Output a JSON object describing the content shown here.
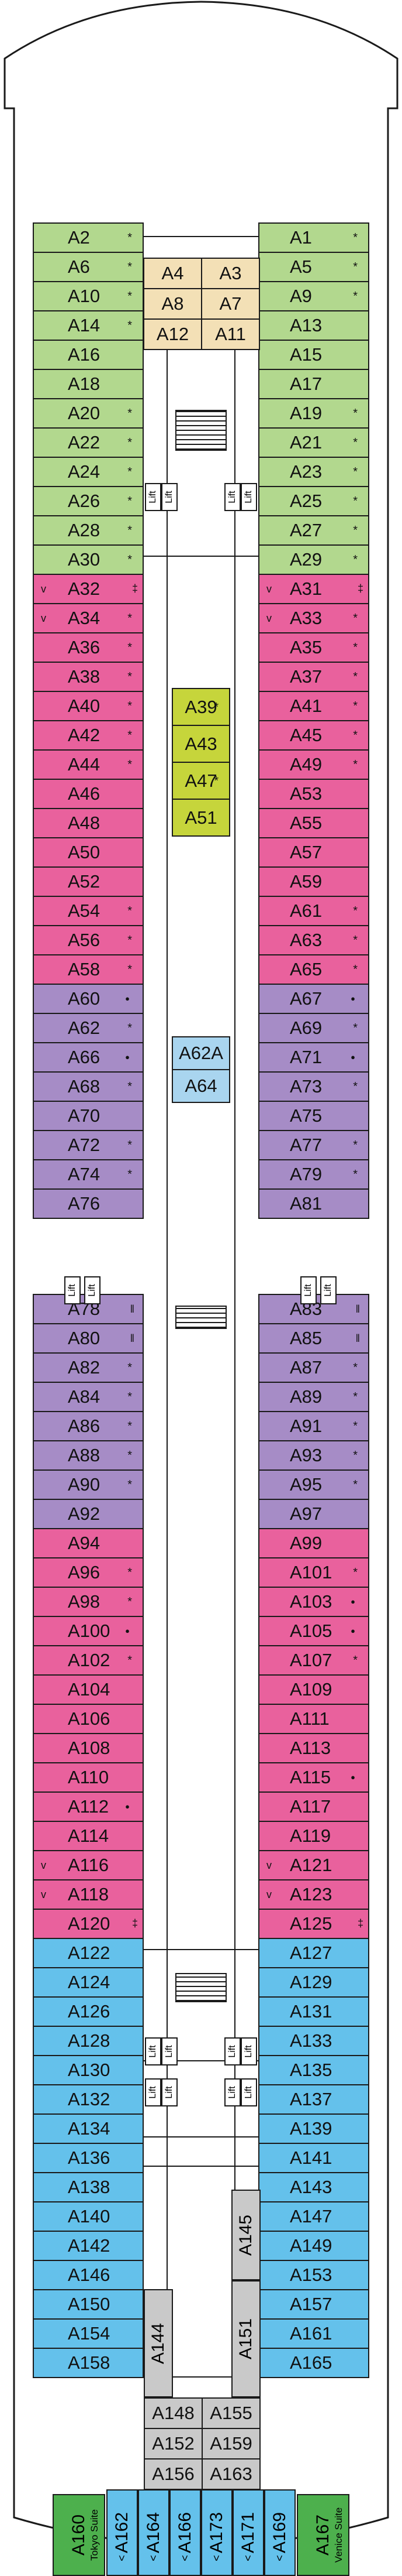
{
  "deck_plan": {
    "lift_label": "Lift",
    "left_column": [
      {
        "id": "A2",
        "color": "#b2d88e",
        "mark": "*"
      },
      {
        "id": "A6",
        "color": "#b2d88e",
        "mark": "*"
      },
      {
        "id": "A10",
        "color": "#b2d88e",
        "mark": "*"
      },
      {
        "id": "A14",
        "color": "#b2d88e",
        "mark": "*"
      },
      {
        "id": "A16",
        "color": "#b2d88e",
        "mark": ""
      },
      {
        "id": "A18",
        "color": "#b2d88e",
        "mark": ""
      },
      {
        "id": "A20",
        "color": "#b2d88e",
        "mark": "*"
      },
      {
        "id": "A22",
        "color": "#b2d88e",
        "mark": "*"
      },
      {
        "id": "A24",
        "color": "#b2d88e",
        "mark": "*"
      },
      {
        "id": "A26",
        "color": "#b2d88e",
        "mark": "*"
      },
      {
        "id": "A28",
        "color": "#b2d88e",
        "mark": "*"
      },
      {
        "id": "A30",
        "color": "#b2d88e",
        "mark": "*"
      },
      {
        "id": "A32",
        "color": "#e9619d",
        "mark": "link",
        "v": true
      },
      {
        "id": "A34",
        "color": "#e9619d",
        "mark": "*",
        "v": true
      },
      {
        "id": "A36",
        "color": "#e9619d",
        "mark": "*"
      },
      {
        "id": "A38",
        "color": "#e9619d",
        "mark": "*"
      },
      {
        "id": "A40",
        "color": "#e9619d",
        "mark": "*"
      },
      {
        "id": "A42",
        "color": "#e9619d",
        "mark": "*"
      },
      {
        "id": "A44",
        "color": "#e9619d",
        "mark": "*"
      },
      {
        "id": "A46",
        "color": "#e9619d",
        "mark": ""
      },
      {
        "id": "A48",
        "color": "#e9619d",
        "mark": ""
      },
      {
        "id": "A50",
        "color": "#e9619d",
        "mark": ""
      },
      {
        "id": "A52",
        "color": "#e9619d",
        "mark": ""
      },
      {
        "id": "A54",
        "color": "#e9619d",
        "mark": "*"
      },
      {
        "id": "A56",
        "color": "#e9619d",
        "mark": "*"
      },
      {
        "id": "A58",
        "color": "#e9619d",
        "mark": "*"
      },
      {
        "id": "A60",
        "color": "#a68cc6",
        "mark": "dot"
      },
      {
        "id": "A62",
        "color": "#a68cc6",
        "mark": "*"
      },
      {
        "id": "A66",
        "color": "#a68cc6",
        "mark": "dot"
      },
      {
        "id": "A68",
        "color": "#a68cc6",
        "mark": "*"
      },
      {
        "id": "A70",
        "color": "#a68cc6",
        "mark": ""
      },
      {
        "id": "A72",
        "color": "#a68cc6",
        "mark": "*"
      },
      {
        "id": "A74",
        "color": "#a68cc6",
        "mark": "*"
      },
      {
        "id": "A76",
        "color": "#a68cc6",
        "mark": ""
      },
      {
        "id": "A78",
        "color": "#a68cc6",
        "mark": "cc"
      },
      {
        "id": "A80",
        "color": "#a68cc6",
        "mark": "cc"
      },
      {
        "id": "A82",
        "color": "#a68cc6",
        "mark": "*"
      },
      {
        "id": "A84",
        "color": "#a68cc6",
        "mark": "*"
      },
      {
        "id": "A86",
        "color": "#a68cc6",
        "mark": "*"
      },
      {
        "id": "A88",
        "color": "#a68cc6",
        "mark": "*"
      },
      {
        "id": "A90",
        "color": "#a68cc6",
        "mark": "*"
      },
      {
        "id": "A92",
        "color": "#a68cc6",
        "mark": ""
      },
      {
        "id": "A94",
        "color": "#e9619d",
        "mark": ""
      },
      {
        "id": "A96",
        "color": "#e9619d",
        "mark": "*"
      },
      {
        "id": "A98",
        "color": "#e9619d",
        "mark": "*"
      },
      {
        "id": "A100",
        "color": "#e9619d",
        "mark": "dot"
      },
      {
        "id": "A102",
        "color": "#e9619d",
        "mark": "*"
      },
      {
        "id": "A104",
        "color": "#e9619d",
        "mark": ""
      },
      {
        "id": "A106",
        "color": "#e9619d",
        "mark": ""
      },
      {
        "id": "A108",
        "color": "#e9619d",
        "mark": ""
      },
      {
        "id": "A110",
        "color": "#e9619d",
        "mark": ""
      },
      {
        "id": "A112",
        "color": "#e9619d",
        "mark": "dot"
      },
      {
        "id": "A114",
        "color": "#e9619d",
        "mark": ""
      },
      {
        "id": "A116",
        "color": "#e9619d",
        "mark": "",
        "v": true
      },
      {
        "id": "A118",
        "color": "#e9619d",
        "mark": "",
        "v": true
      },
      {
        "id": "A120",
        "color": "#e9619d",
        "mark": "link"
      },
      {
        "id": "A122",
        "color": "#64c1eb",
        "mark": ""
      },
      {
        "id": "A124",
        "color": "#64c1eb",
        "mark": ""
      },
      {
        "id": "A126",
        "color": "#64c1eb",
        "mark": ""
      },
      {
        "id": "A128",
        "color": "#64c1eb",
        "mark": ""
      },
      {
        "id": "A130",
        "color": "#64c1eb",
        "mark": ""
      },
      {
        "id": "A132",
        "color": "#64c1eb",
        "mark": ""
      },
      {
        "id": "A134",
        "color": "#64c1eb",
        "mark": ""
      },
      {
        "id": "A136",
        "color": "#64c1eb",
        "mark": ""
      },
      {
        "id": "A138",
        "color": "#64c1eb",
        "mark": ""
      },
      {
        "id": "A140",
        "color": "#64c1eb",
        "mark": ""
      },
      {
        "id": "A142",
        "color": "#64c1eb",
        "mark": ""
      },
      {
        "id": "A146",
        "color": "#64c1eb",
        "mark": ""
      },
      {
        "id": "A150",
        "color": "#64c1eb",
        "mark": ""
      },
      {
        "id": "A154",
        "color": "#64c1eb",
        "mark": ""
      },
      {
        "id": "A158",
        "color": "#64c1eb",
        "mark": ""
      }
    ],
    "right_column": [
      {
        "id": "A1",
        "color": "#b2d88e",
        "mark": "*"
      },
      {
        "id": "A5",
        "color": "#b2d88e",
        "mark": "*"
      },
      {
        "id": "A9",
        "color": "#b2d88e",
        "mark": "*"
      },
      {
        "id": "A13",
        "color": "#b2d88e",
        "mark": ""
      },
      {
        "id": "A15",
        "color": "#b2d88e",
        "mark": ""
      },
      {
        "id": "A17",
        "color": "#b2d88e",
        "mark": ""
      },
      {
        "id": "A19",
        "color": "#b2d88e",
        "mark": "*"
      },
      {
        "id": "A21",
        "color": "#b2d88e",
        "mark": "*"
      },
      {
        "id": "A23",
        "color": "#b2d88e",
        "mark": "*"
      },
      {
        "id": "A25",
        "color": "#b2d88e",
        "mark": "*"
      },
      {
        "id": "A27",
        "color": "#b2d88e",
        "mark": "*"
      },
      {
        "id": "A29",
        "color": "#b2d88e",
        "mark": "*"
      },
      {
        "id": "A31",
        "color": "#e9619d",
        "mark": "link",
        "v": true
      },
      {
        "id": "A33",
        "color": "#e9619d",
        "mark": "*",
        "v": true
      },
      {
        "id": "A35",
        "color": "#e9619d",
        "mark": "*"
      },
      {
        "id": "A37",
        "color": "#e9619d",
        "mark": "*"
      },
      {
        "id": "A41",
        "color": "#e9619d",
        "mark": "*"
      },
      {
        "id": "A45",
        "color": "#e9619d",
        "mark": "*"
      },
      {
        "id": "A49",
        "color": "#e9619d",
        "mark": "*"
      },
      {
        "id": "A53",
        "color": "#e9619d",
        "mark": ""
      },
      {
        "id": "A55",
        "color": "#e9619d",
        "mark": ""
      },
      {
        "id": "A57",
        "color": "#e9619d",
        "mark": ""
      },
      {
        "id": "A59",
        "color": "#e9619d",
        "mark": ""
      },
      {
        "id": "A61",
        "color": "#e9619d",
        "mark": "*"
      },
      {
        "id": "A63",
        "color": "#e9619d",
        "mark": "*"
      },
      {
        "id": "A65",
        "color": "#e9619d",
        "mark": "*"
      },
      {
        "id": "A67",
        "color": "#a68cc6",
        "mark": "dot"
      },
      {
        "id": "A69",
        "color": "#a68cc6",
        "mark": "*"
      },
      {
        "id": "A71",
        "color": "#a68cc6",
        "mark": "dot"
      },
      {
        "id": "A73",
        "color": "#a68cc6",
        "mark": "*"
      },
      {
        "id": "A75",
        "color": "#a68cc6",
        "mark": ""
      },
      {
        "id": "A77",
        "color": "#a68cc6",
        "mark": "*"
      },
      {
        "id": "A79",
        "color": "#a68cc6",
        "mark": "*"
      },
      {
        "id": "A81",
        "color": "#a68cc6",
        "mark": ""
      },
      {
        "id": "A83",
        "color": "#a68cc6",
        "mark": "cc"
      },
      {
        "id": "A85",
        "color": "#a68cc6",
        "mark": "cc"
      },
      {
        "id": "A87",
        "color": "#a68cc6",
        "mark": "*"
      },
      {
        "id": "A89",
        "color": "#a68cc6",
        "mark": "*"
      },
      {
        "id": "A91",
        "color": "#a68cc6",
        "mark": "*"
      },
      {
        "id": "A93",
        "color": "#a68cc6",
        "mark": "*"
      },
      {
        "id": "A95",
        "color": "#a68cc6",
        "mark": "*"
      },
      {
        "id": "A97",
        "color": "#a68cc6",
        "mark": ""
      },
      {
        "id": "A99",
        "color": "#e9619d",
        "mark": ""
      },
      {
        "id": "A101",
        "color": "#e9619d",
        "mark": "*"
      },
      {
        "id": "A103",
        "color": "#e9619d",
        "mark": "dot"
      },
      {
        "id": "A105",
        "color": "#e9619d",
        "mark": "dot"
      },
      {
        "id": "A107",
        "color": "#e9619d",
        "mark": "*"
      },
      {
        "id": "A109",
        "color": "#e9619d",
        "mark": ""
      },
      {
        "id": "A111",
        "color": "#e9619d",
        "mark": ""
      },
      {
        "id": "A113",
        "color": "#e9619d",
        "mark": ""
      },
      {
        "id": "A115",
        "color": "#e9619d",
        "mark": "dot"
      },
      {
        "id": "A117",
        "color": "#e9619d",
        "mark": ""
      },
      {
        "id": "A119",
        "color": "#e9619d",
        "mark": ""
      },
      {
        "id": "A121",
        "color": "#e9619d",
        "mark": "",
        "v": true
      },
      {
        "id": "A123",
        "color": "#e9619d",
        "mark": "",
        "v": true
      },
      {
        "id": "A125",
        "color": "#e9619d",
        "mark": "link"
      },
      {
        "id": "A127",
        "color": "#64c1eb",
        "mark": ""
      },
      {
        "id": "A129",
        "color": "#64c1eb",
        "mark": ""
      },
      {
        "id": "A131",
        "color": "#64c1eb",
        "mark": ""
      },
      {
        "id": "A133",
        "color": "#64c1eb",
        "mark": ""
      },
      {
        "id": "A135",
        "color": "#64c1eb",
        "mark": ""
      },
      {
        "id": "A137",
        "color": "#64c1eb",
        "mark": ""
      },
      {
        "id": "A139",
        "color": "#64c1eb",
        "mark": ""
      },
      {
        "id": "A141",
        "color": "#64c1eb",
        "mark": ""
      },
      {
        "id": "A143",
        "color": "#64c1eb",
        "mark": ""
      },
      {
        "id": "A147",
        "color": "#64c1eb",
        "mark": ""
      },
      {
        "id": "A149",
        "color": "#64c1eb",
        "mark": ""
      },
      {
        "id": "A153",
        "color": "#64c1eb",
        "mark": ""
      },
      {
        "id": "A157",
        "color": "#64c1eb",
        "mark": ""
      },
      {
        "id": "A161",
        "color": "#64c1eb",
        "mark": ""
      },
      {
        "id": "A165",
        "color": "#64c1eb",
        "mark": ""
      }
    ],
    "tan_block": [
      "A4",
      "A3",
      "A8",
      "A7",
      "A12",
      "A11"
    ],
    "lime_block": [
      {
        "id": "A39",
        "mark": "*"
      },
      {
        "id": "A43",
        "mark": ""
      },
      {
        "id": "A47",
        "mark": "*"
      },
      {
        "id": "A51",
        "mark": ""
      }
    ],
    "lightblue_block": [
      "A62A",
      "A64"
    ],
    "grey_vertical": [
      "A144",
      "A145",
      "A151"
    ],
    "grey_block": [
      "A148",
      "A155",
      "A152",
      "A159",
      "A156",
      "A163"
    ],
    "stern_left_suite": {
      "id": "A160",
      "mark": "<",
      "suite": "Tokyo Suite"
    },
    "stern_right_suite": {
      "id": "A167",
      "mark": "<",
      "suite": "Venice Suite"
    },
    "stern_cabins": [
      {
        "id": "A162",
        "mark": "<"
      },
      {
        "id": "A164",
        "mark": "<"
      },
      {
        "id": "A166",
        "mark": "<"
      },
      {
        "id": "A173",
        "mark": "<"
      },
      {
        "id": "A171",
        "mark": "<"
      },
      {
        "id": "A169",
        "mark": "<"
      }
    ]
  }
}
